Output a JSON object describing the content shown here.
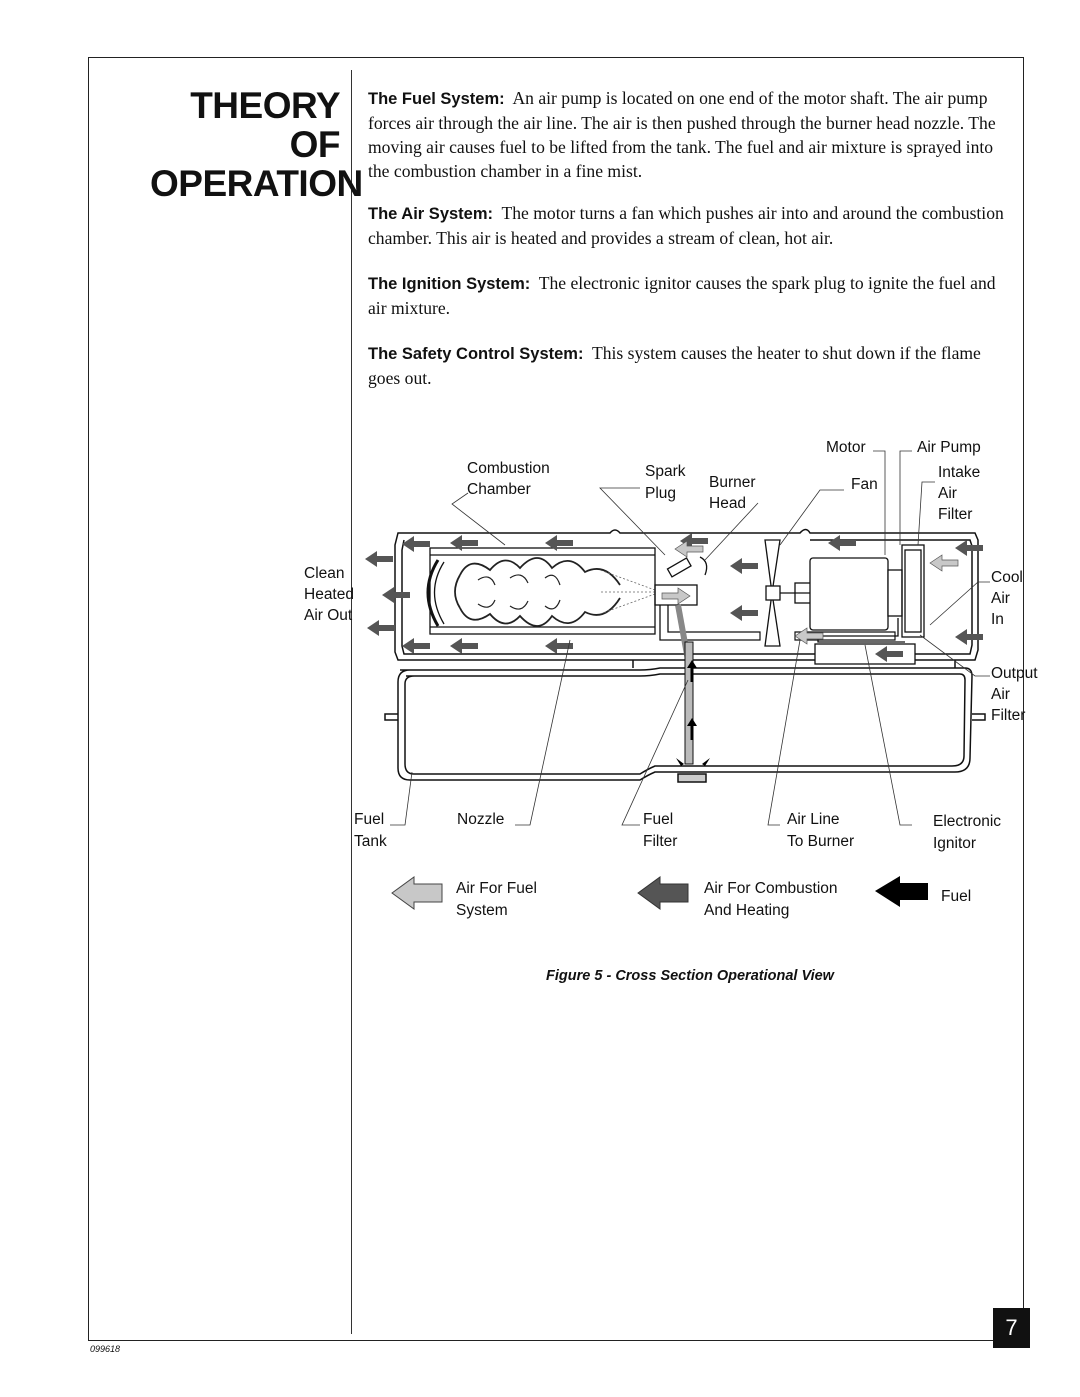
{
  "title": {
    "line1": "THEORY OF",
    "line2": "OPERATION"
  },
  "sections": [
    {
      "heading": "The Fuel System:",
      "text": "An air pump is located on one end of the motor shaft. The air pump forces air through the air line. The air is then pushed through the burner head nozzle. The moving air causes fuel to be lifted from the tank. The fuel and air mixture is sprayed into the combustion chamber in a fine mist."
    },
    {
      "heading": "The Air System:",
      "text": "The motor turns a fan which pushes air into and around the combustion chamber. This air is heated and provides a stream of clean, hot air."
    },
    {
      "heading": "The Ignition System:",
      "text": "The electronic ignitor causes the spark plug to ignite the fuel and air mixture."
    },
    {
      "heading": "The Safety Control System:",
      "text": "This system causes the heater to shut down if the flame goes out."
    }
  ],
  "diagram": {
    "labels": {
      "motor": "Motor",
      "air_pump": "Air Pump",
      "combustion": "Combustion",
      "chamber": "Chamber",
      "spark": "Spark",
      "plug": "Plug",
      "burner": "Burner",
      "head": "Head",
      "fan": "Fan",
      "intake": "Intake",
      "intake_air": "Air",
      "intake_filter": "Filter",
      "clean": "Clean",
      "heated": "Heated",
      "air_out": "Air Out",
      "cool": "Cool",
      "cool_air": "Air",
      "cool_in": "In",
      "output": "Output",
      "output_air": "Air",
      "output_filter": "Filter",
      "fuel": "Fuel",
      "tank": "Tank",
      "nozzle": "Nozzle",
      "fuel_f": "Fuel",
      "filter_f": "Filter",
      "air_line": "Air Line",
      "to_burner": "To Burner",
      "electronic": "Electronic",
      "ignitor": "Ignitor"
    },
    "legend": {
      "air_fuel_1": "Air For Fuel",
      "air_fuel_2": "System",
      "combustion_1": "Air For Combustion",
      "combustion_2": "And Heating",
      "fuel": "Fuel"
    },
    "colors": {
      "light_arrow": "#c8c8c8",
      "dark_arrow": "#555555",
      "black_arrow": "#000000"
    }
  },
  "caption": "Figure 5 - Cross Section Operational View",
  "page_number": "7",
  "doc_number": "099618"
}
